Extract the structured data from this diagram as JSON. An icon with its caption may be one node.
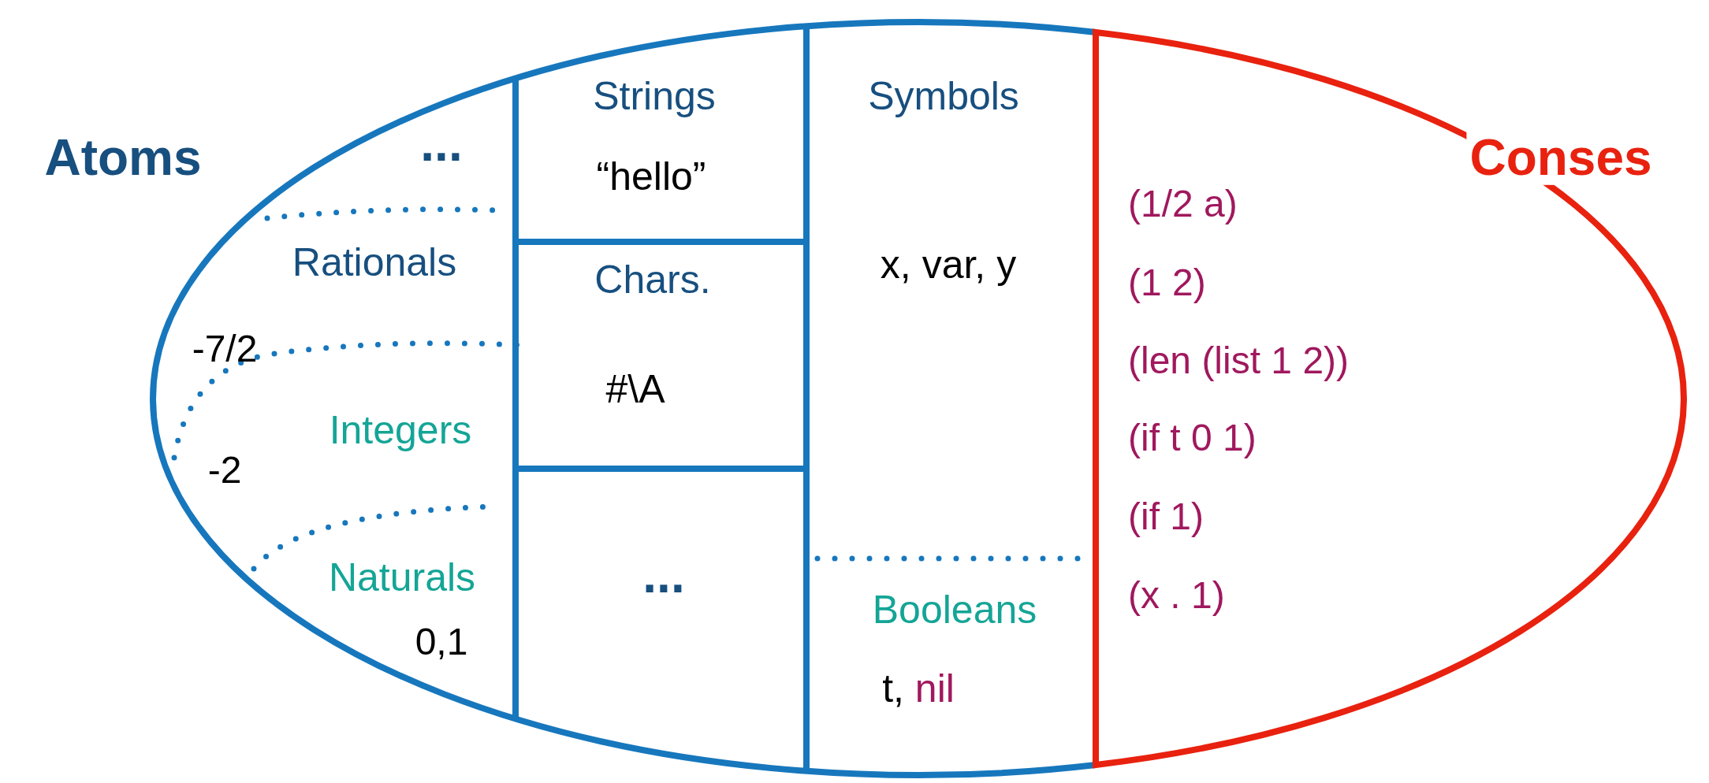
{
  "diagram": {
    "nodes": [
      {
        "text": [
          "Atoms"
        ]
      },
      {
        "text": [
          "Conses",
          "(1/2 a)",
          "(1 2)",
          "(len (list 1 2))",
          "(if t 0 1)",
          "(if 1)",
          "(x . 1)"
        ]
      },
      {
        "text": [
          "Rationals",
          "-7/2"
        ],
        "in": 0
      },
      {
        "text": [
          "Integers",
          "-2"
        ],
        "in": 2
      },
      {
        "text": [
          "Naturals",
          "0,1"
        ],
        "in": 3
      },
      {
        "text": [
          "Strings",
          "“hello”"
        ],
        "in": 0
      },
      {
        "text": [
          "Chars.",
          "#\\A"
        ],
        "in": 0
      },
      {
        "text": [
          "..."
        ],
        "in": 0
      },
      {
        "text": [
          "Symbols",
          "x, var, y"
        ],
        "in": 0
      },
      {
        "text": [
          "Booleans",
          "t, nil"
        ],
        "in": 8
      }
    ],
    "labels": [
      "..."
    ]
  }
}
